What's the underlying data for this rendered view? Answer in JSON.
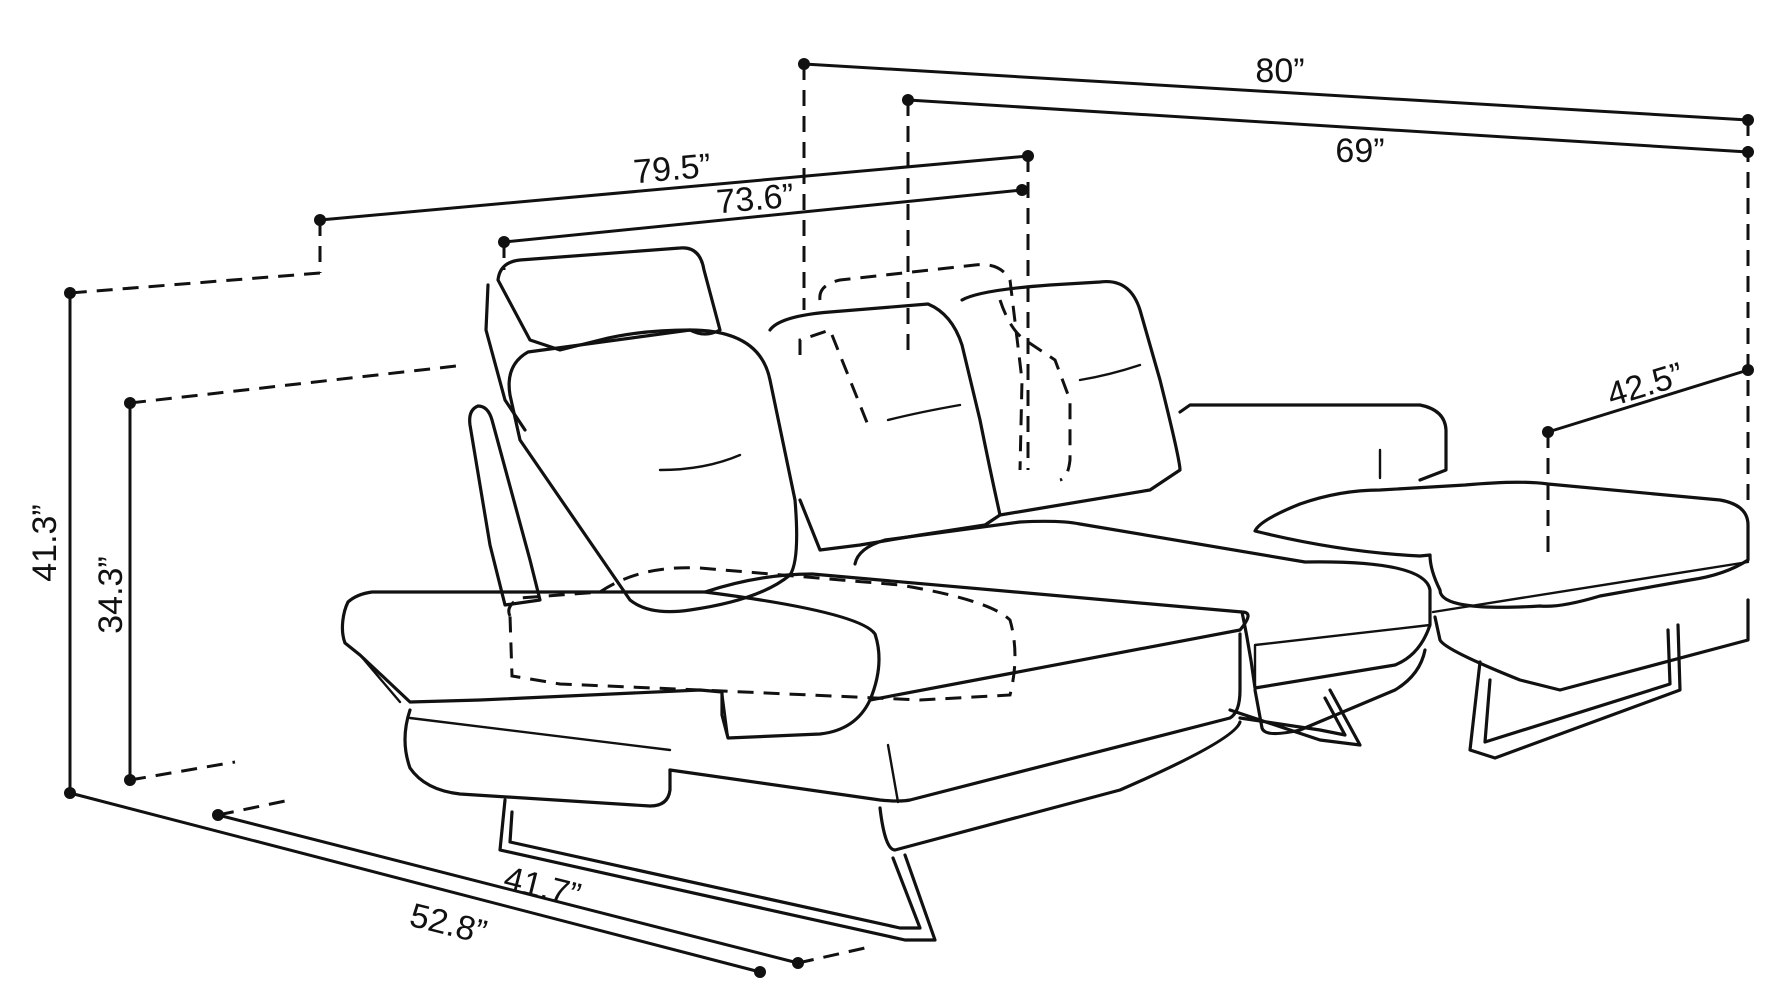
{
  "dimensions": {
    "width_total": "80”",
    "width_inner": "69”",
    "chaise_width": "42.5”",
    "sofa_length_outer": "79.5”",
    "sofa_length_inner": "73.6”",
    "height_total": "41.3”",
    "height_back": "34.3”",
    "depth_total": "52.8”",
    "depth_seat": "41.7”"
  }
}
